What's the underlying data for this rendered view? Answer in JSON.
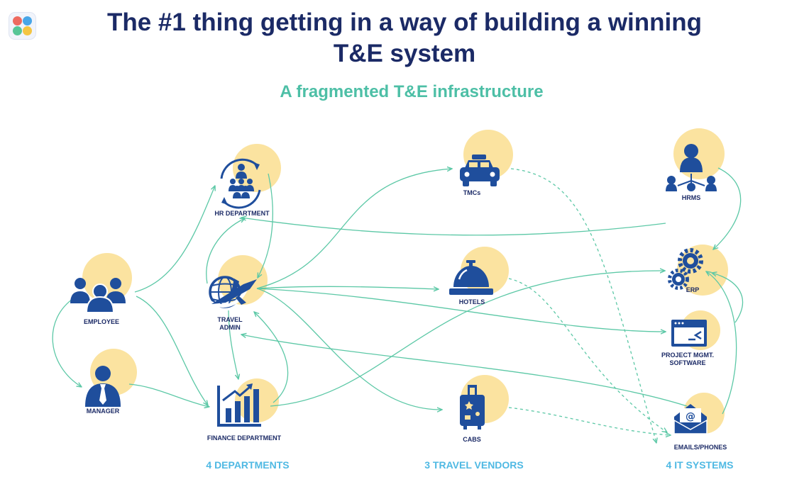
{
  "header": {
    "logo": "app-logo",
    "title": [
      "The #1 thing getting in a way of building a winning",
      "T&E system"
    ],
    "subtitle": "A fragmented T&E infrastructure"
  },
  "colors": {
    "title": "#1b2a66",
    "subtitle": "#4dbfa6",
    "icon": "#1f4e9c",
    "circle": "#fbe3a0",
    "connector": "#5cc8a6",
    "category": "#4fb9e3"
  },
  "nodes": [
    {
      "id": "employee",
      "label": [
        "EMPLOYEE"
      ],
      "icon": "group-icon"
    },
    {
      "id": "manager",
      "label": [
        "MANAGER"
      ],
      "icon": "manager-icon"
    },
    {
      "id": "hr",
      "label": [
        "HR DEPARTMENT"
      ],
      "icon": "hr-cycle-icon"
    },
    {
      "id": "travel",
      "label": [
        "TRAVEL",
        "ADMIN"
      ],
      "icon": "airplane-globe-icon"
    },
    {
      "id": "finance",
      "label": [
        "FINANCE  DEPARTMENT"
      ],
      "icon": "bar-chart-icon"
    },
    {
      "id": "tmcs",
      "label": [
        "TMCs"
      ],
      "icon": "taxi-icon"
    },
    {
      "id": "hotels",
      "label": [
        "HOTELS"
      ],
      "icon": "service-bell-icon"
    },
    {
      "id": "cabs",
      "label": [
        "CABS"
      ],
      "icon": "suitcase-icon"
    },
    {
      "id": "hrms",
      "label": [
        "HRMS"
      ],
      "icon": "org-chart-icon"
    },
    {
      "id": "erp",
      "label": [
        "ERP"
      ],
      "icon": "gears-icon"
    },
    {
      "id": "pm",
      "label": [
        "PROJECT MGMT.",
        "SOFTWARE"
      ],
      "icon": "terminal-window-icon"
    },
    {
      "id": "email",
      "label": [
        "EMAILS/PHONES"
      ],
      "icon": "envelope-icon"
    }
  ],
  "edges": [
    {
      "from": "employee",
      "to": "hr",
      "style": "solid"
    },
    {
      "from": "employee",
      "to": "finance",
      "style": "solid"
    },
    {
      "from": "employee",
      "to": "manager",
      "style": "solid"
    },
    {
      "from": "manager",
      "to": "finance",
      "style": "solid"
    },
    {
      "from": "hr",
      "to": "travel",
      "style": "solid"
    },
    {
      "from": "travel",
      "to": "hr",
      "style": "solid"
    },
    {
      "from": "travel",
      "to": "finance",
      "style": "solid"
    },
    {
      "from": "finance",
      "to": "travel",
      "style": "solid"
    },
    {
      "from": "travel",
      "to": "tmcs",
      "style": "solid"
    },
    {
      "from": "travel",
      "to": "hotels",
      "style": "solid"
    },
    {
      "from": "travel",
      "to": "cabs",
      "style": "solid"
    },
    {
      "from": "travel",
      "to": "pm",
      "style": "solid"
    },
    {
      "from": "hrms",
      "to": "hr",
      "style": "solid"
    },
    {
      "from": "hrms",
      "to": "erp",
      "style": "solid"
    },
    {
      "from": "finance",
      "to": "erp",
      "style": "solid"
    },
    {
      "from": "email",
      "to": "travel",
      "style": "solid"
    },
    {
      "from": "pm",
      "to": "erp",
      "style": "solid"
    },
    {
      "from": "email",
      "to": "erp",
      "style": "solid"
    },
    {
      "from": "tmcs",
      "to": "email",
      "style": "dashed"
    },
    {
      "from": "hotels",
      "to": "email",
      "style": "dashed"
    },
    {
      "from": "cabs",
      "to": "email",
      "style": "dashed"
    }
  ],
  "categories": [
    "4 DEPARTMENTS",
    "3 TRAVEL VENDORS",
    "4 IT SYSTEMS"
  ]
}
